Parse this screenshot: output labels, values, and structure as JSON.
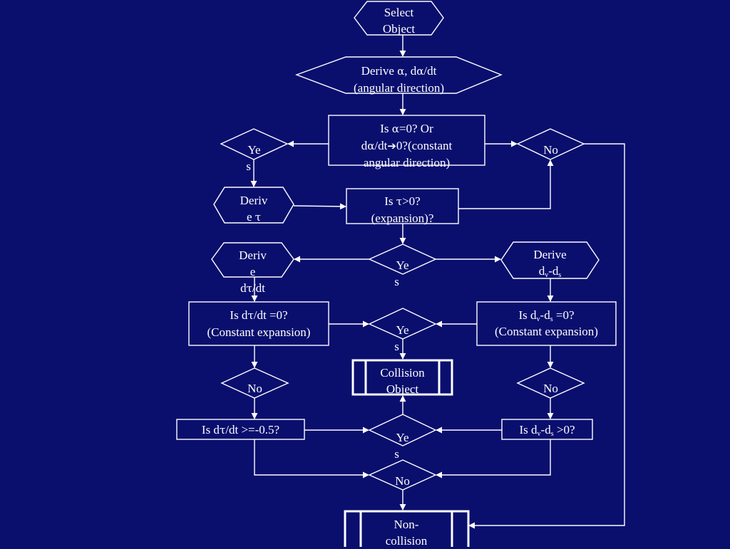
{
  "colors": {
    "background": "#0a0f6e",
    "stroke": "#ffffff",
    "text": "#ffffff"
  },
  "nodes": {
    "select_object": {
      "line1": "Select",
      "line2": "Object"
    },
    "derive_alpha": {
      "line1_prefix": "Derive ",
      "alpha": "α",
      "line1_mid": ",  d",
      "alpha2": "α",
      "line1_suffix": "/dt",
      "line2": "(angular direction)"
    },
    "is_alpha_zero": {
      "l1_prefix": "Is ",
      "alpha": "α",
      "l1_suffix": "=0? Or",
      "l2_prefix": "d",
      "alpha2": "α",
      "l2_mid": "/dt",
      "arrow": "➔",
      "l2_suffix": "0?(constant",
      "line3": "angular direction)"
    },
    "yes_1": {
      "line1": "Ye",
      "line2": "s"
    },
    "no_1": {
      "text": "No"
    },
    "derive_tau": {
      "line1": "Deriv",
      "line2_prefix": "e ",
      "tau": "τ"
    },
    "is_tau_pos": {
      "l1_prefix": "Is ",
      "tau": "τ",
      "l1_suffix": ">0?",
      "line2": "(expansion)?"
    },
    "yes_2": {
      "line1": "Ye",
      "line2": "s"
    },
    "derive_dtau": {
      "line1": "Deriv",
      "line2": "e",
      "l3_prefix": "d",
      "tau": "τ",
      "l3_suffix": "/dt"
    },
    "derive_dv_ds": {
      "line1": "Derive",
      "l2_a": "d",
      "l2_sub1": "v",
      "l2_b": "-d",
      "l2_sub2": "s"
    },
    "is_dtau_zero": {
      "l1_prefix": "Is d",
      "tau": "τ",
      "l1_suffix": "/dt =0?",
      "line2": "(Constant expansion)"
    },
    "yes_3": {
      "line1": "Ye",
      "line2": "s"
    },
    "is_dvds_zero": {
      "l1_a": "Is d",
      "sub1": "v",
      "l1_b": "-d",
      "sub2": "s",
      "l1_c": " =0?",
      "line2": "(Constant expansion)"
    },
    "collision_object": {
      "line1": "Collision",
      "line2": "Object"
    },
    "no_left": {
      "text": "No"
    },
    "no_right": {
      "text": "No"
    },
    "is_dtau_ge": {
      "prefix": "Is d",
      "tau": "τ",
      "suffix": "/dt >=-0.5?"
    },
    "yes_4": {
      "line1": "Ye",
      "line2": "s"
    },
    "is_dvds_pos": {
      "a": "Is d",
      "sub1": "v",
      "b": "-d",
      "sub2": "s",
      "c": " >0?"
    },
    "no_bottom": {
      "text": "No"
    },
    "non_collision": {
      "line1": "Non-",
      "line2": "collision"
    }
  }
}
